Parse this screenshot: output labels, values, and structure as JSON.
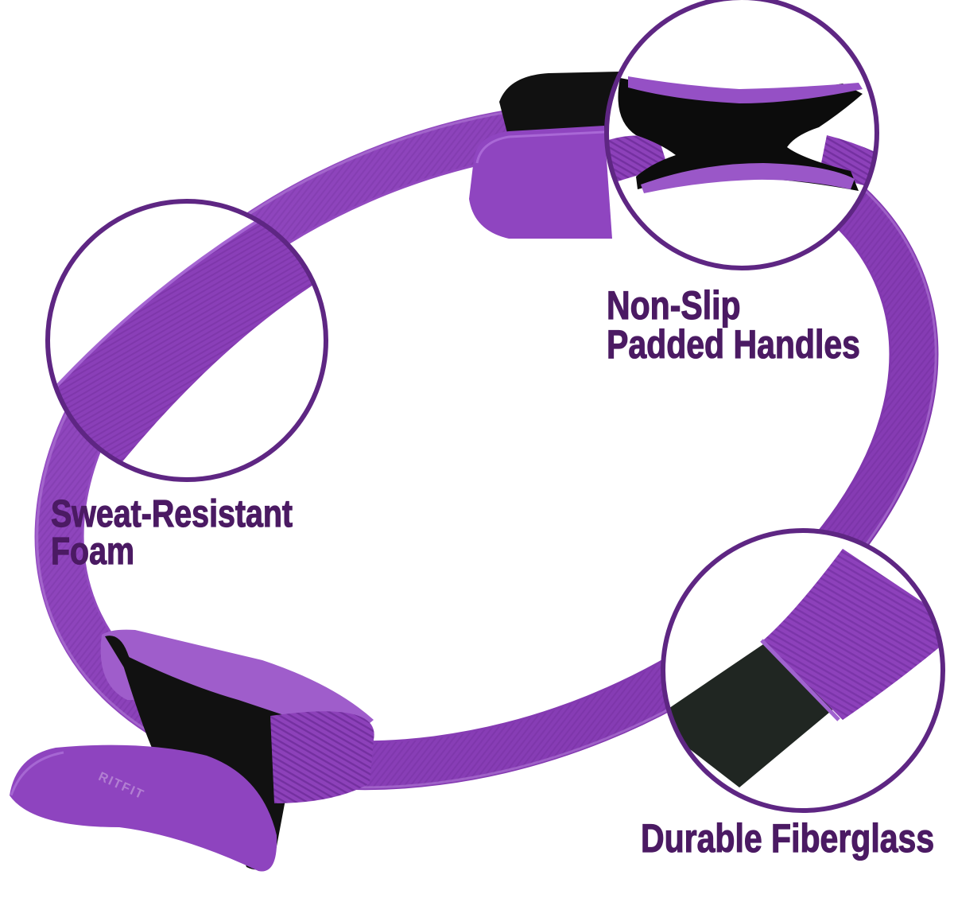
{
  "product": {
    "type": "pilates-ring",
    "brand_mark": "RITFIT",
    "colors": {
      "ring_purple": "#8a3fb8",
      "ring_purple_light": "#a65fd1",
      "ring_purple_dark": "#6a2b94",
      "handle_black": "#111111",
      "fiberglass_black": "#202622",
      "label_text": "#4b1a63",
      "callout_circle_stroke": "#5e2683",
      "background": "#ffffff"
    }
  },
  "callouts": [
    {
      "id": "handles",
      "lines": [
        "Non-Slip",
        "Padded Handles"
      ],
      "detail": "handle-closeup"
    },
    {
      "id": "foam",
      "lines": [
        "Sweat-Resistant",
        "Foam"
      ],
      "detail": "foam-closeup"
    },
    {
      "id": "fiberglass",
      "lines": [
        "Durable Fiberglass"
      ],
      "detail": "fiberglass-closeup"
    }
  ]
}
